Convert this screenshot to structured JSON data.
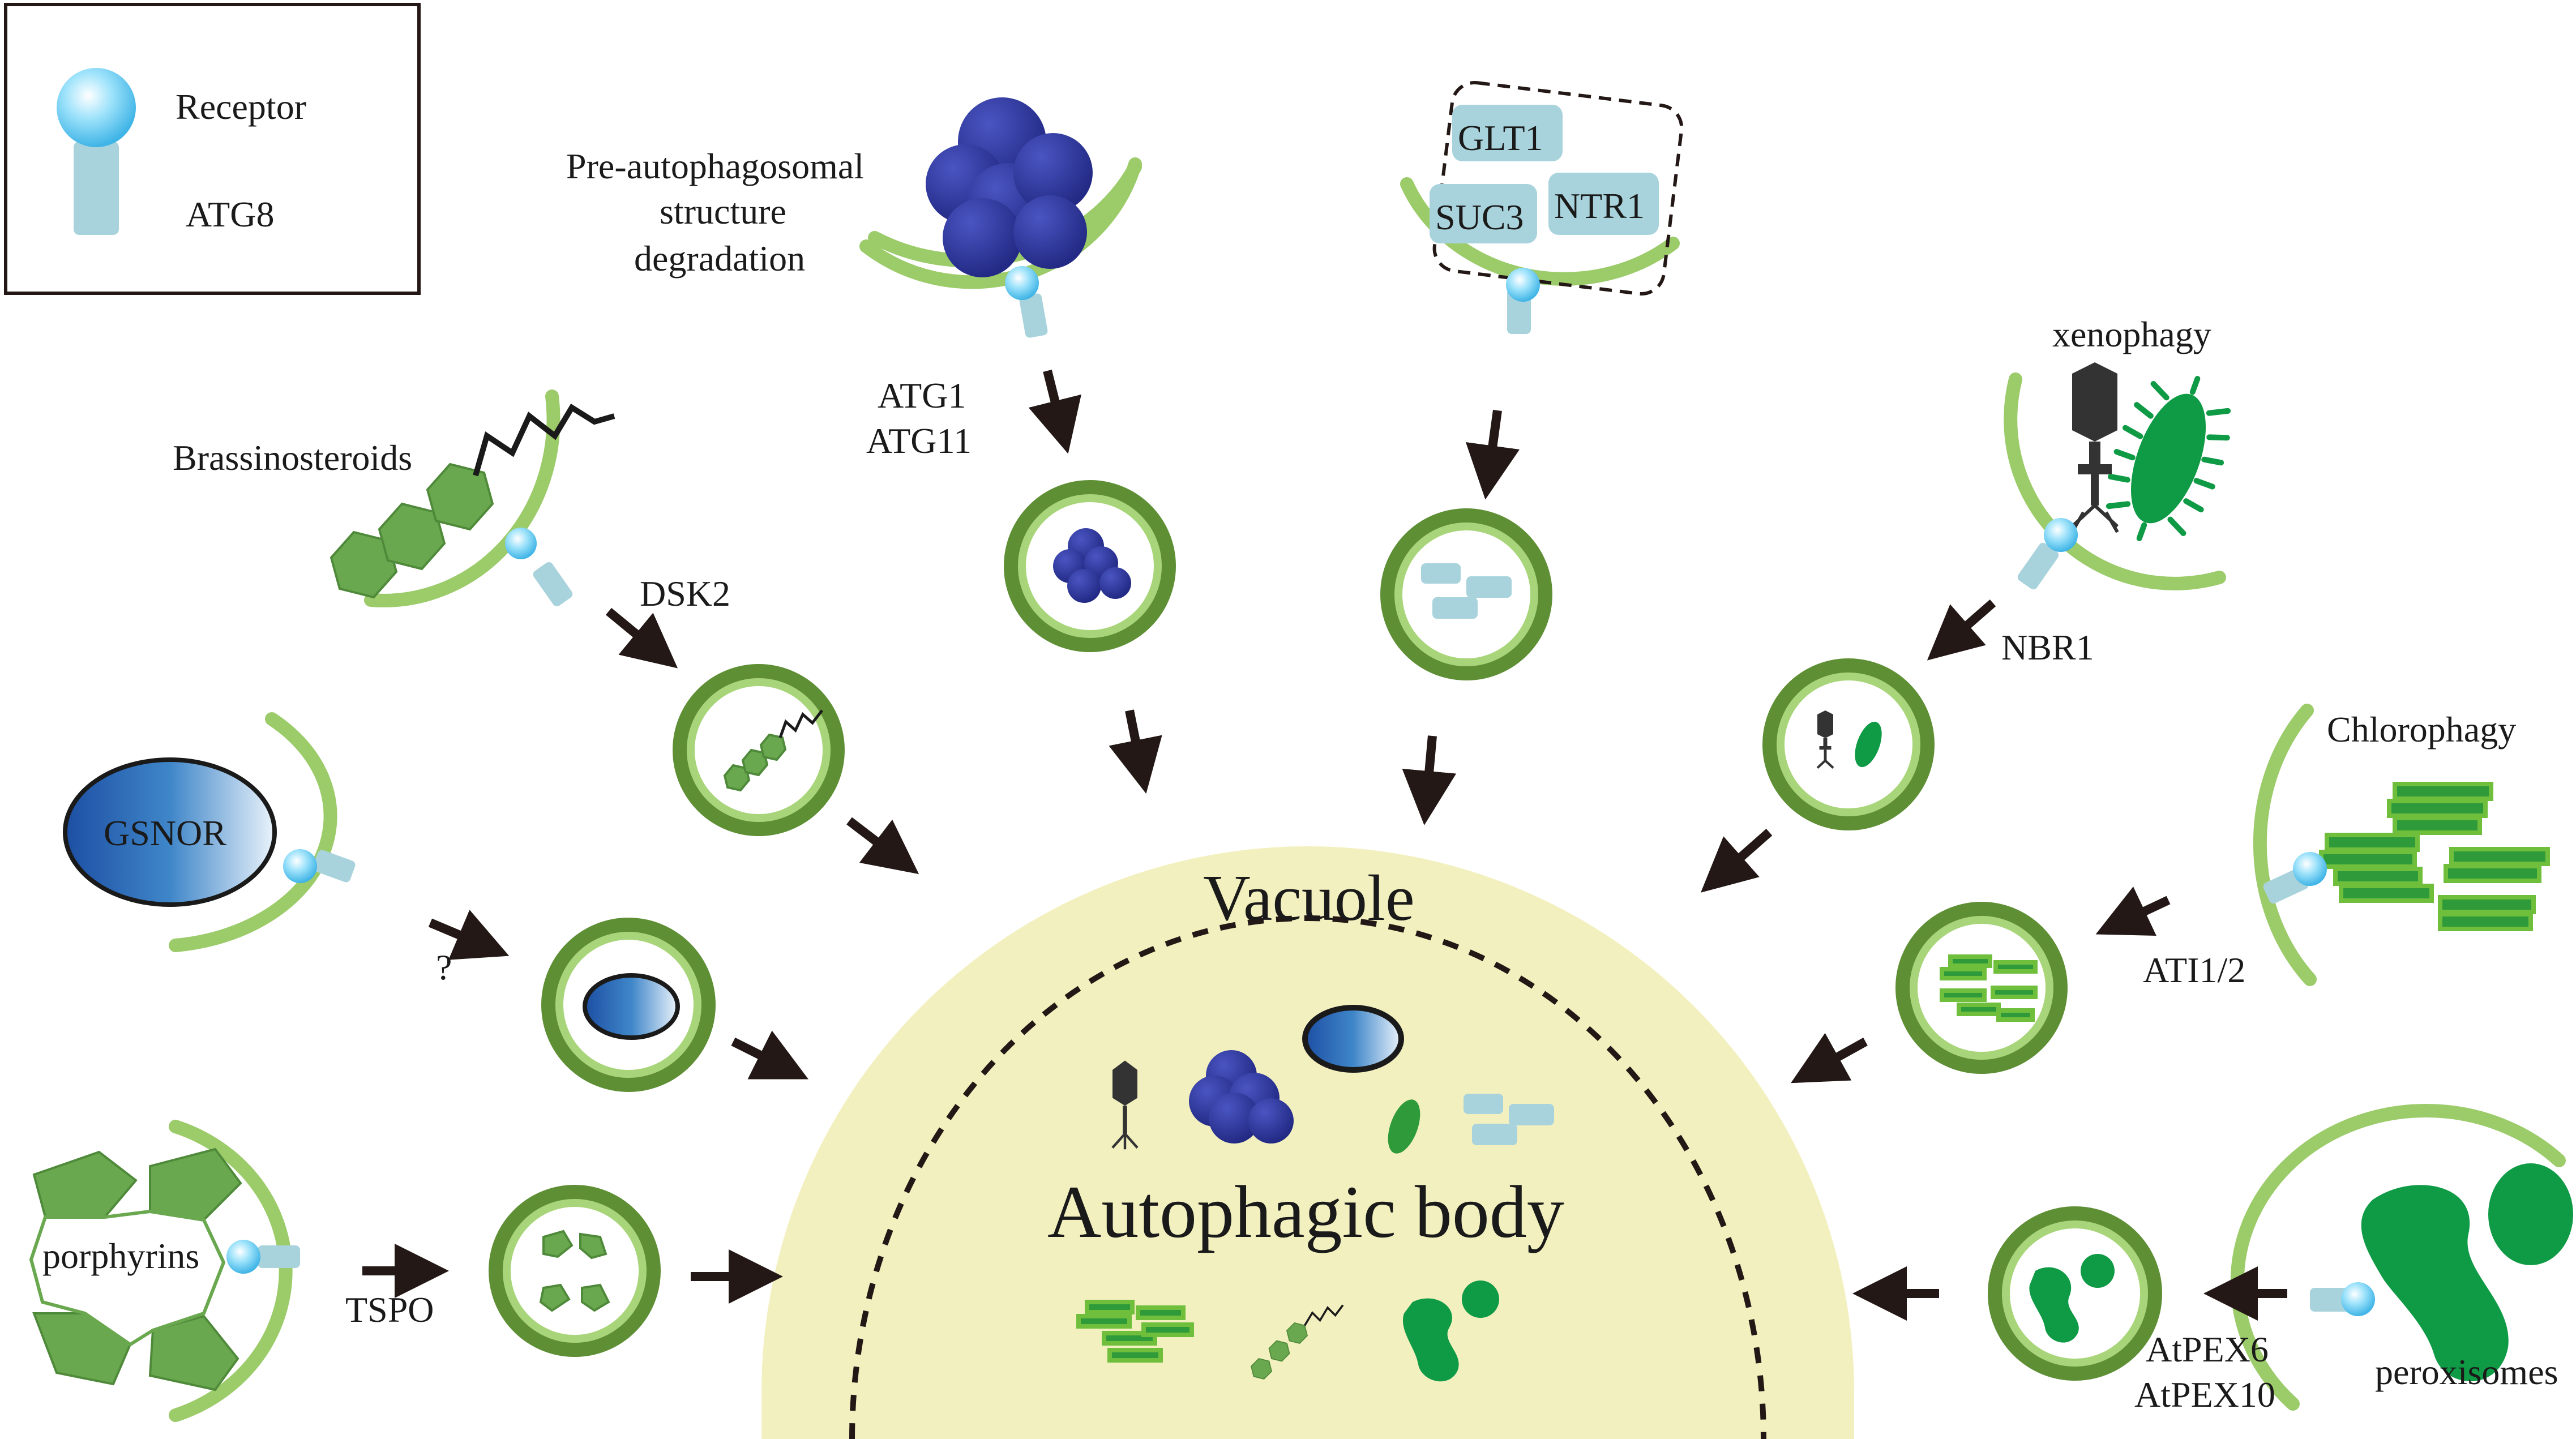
{
  "legend": {
    "receptor_label": "Receptor",
    "atg8_label": "ATG8"
  },
  "vacuole": {
    "title": "Vacuole",
    "body_label": "Autophagic body"
  },
  "pathways": {
    "pas": {
      "label_line1": "Pre-autophagosomal",
      "label_line2": "structure",
      "label_line3": "degradation",
      "receptor_line1": "ATG1",
      "receptor_line2": "ATG11"
    },
    "transporters": {
      "cargo1": "GLT1",
      "cargo2": "SUC3",
      "cargo3": "NTR1"
    },
    "brassinosteroids": {
      "label": "Brassinosteroids",
      "receptor": "DSK2"
    },
    "gsnor": {
      "label": "GSNOR",
      "receptor": "?"
    },
    "porphyrins": {
      "label": "porphyrins",
      "receptor": "TSPO"
    },
    "xenophagy": {
      "label": "xenophagy",
      "receptor": "NBR1"
    },
    "chlorophagy": {
      "label": "Chlorophagy",
      "receptor": "ATI1/2"
    },
    "peroxisomes": {
      "label": "peroxisomes",
      "receptor_line1": "AtPEX6",
      "receptor_line2": "AtPEX10"
    }
  },
  "colors": {
    "membrane": "#9ccb6a",
    "vacuole_fill": "#f3f0bf",
    "receptor": "#7fd0ee",
    "atg8": "#a9d3dc",
    "blue_complex": "#2e3596",
    "green_cargo": "#2e9a3a"
  }
}
